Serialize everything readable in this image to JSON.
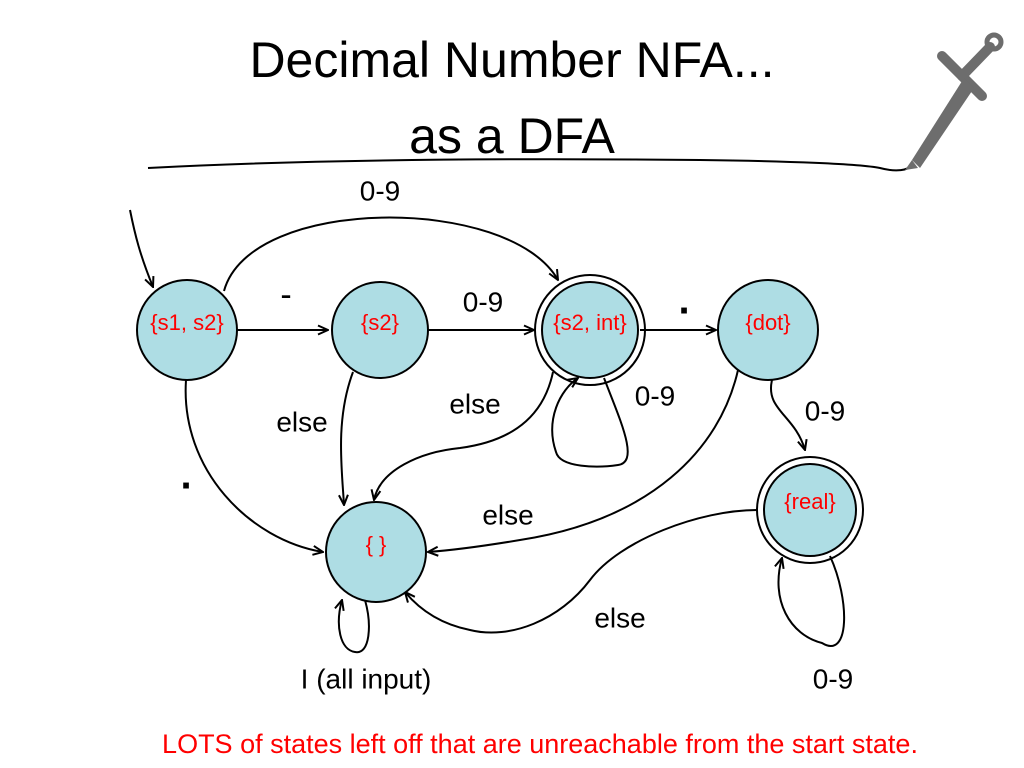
{
  "title": {
    "line1": "Decimal Number NFA...",
    "line2": "as a DFA"
  },
  "colors": {
    "state_fill": "#aedde4",
    "state_stroke": "#000000",
    "state_label": "#ff0000",
    "footnote": "#ff0000"
  },
  "states": {
    "s1s2": "{s1, s2}",
    "s2": "{s2}",
    "s2int": "{s2, int}",
    "dot": "{dot}",
    "real": "{real}",
    "empty": "{ }"
  },
  "edge_labels": {
    "s1s2_to_s2int_top": "0-9",
    "s1s2_to_s2_minus": "-",
    "s2_to_s2int": "0-9",
    "s2int_to_dot": ".",
    "s2int_self": "0-9",
    "s2int_to_empty": "else",
    "s2_to_empty": "else",
    "s1s2_to_empty_dot": ".",
    "dot_to_real": "0-9",
    "dot_to_empty": "else",
    "real_to_empty": "else",
    "real_self": "0-9",
    "empty_self": "I (all input)"
  },
  "icons": {
    "corner": "sword-icon"
  },
  "footnote": "LOTS of states left off that are unreachable from the start state."
}
